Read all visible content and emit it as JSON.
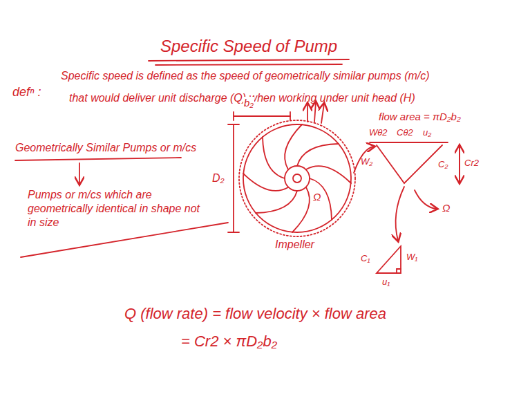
{
  "diagram": {
    "title": "Specific Speed of Pump",
    "labels": [
      "defⁿ :",
      "Specific speed is defined as the speed of geometrically similar pumps (m/c)",
      "that would deliver unit discharge (Q) when working under unit head (H)",
      "Geometrically Similar Pumps or m/cs",
      "Pumps or m/cs which are geometrically identical in shape not in size",
      "b₂",
      "D₂",
      "Impeller",
      "Ω",
      "flow area = πD₂b₂",
      "Wθ2",
      "Cθ2",
      "u₂",
      "W₂",
      "C₂",
      "Cr2",
      "Ω",
      "C₁",
      "W₁",
      "u₁",
      "Q (flow rate) = flow velocity × flow area",
      "= Cr2 × πD₂b₂"
    ]
  }
}
